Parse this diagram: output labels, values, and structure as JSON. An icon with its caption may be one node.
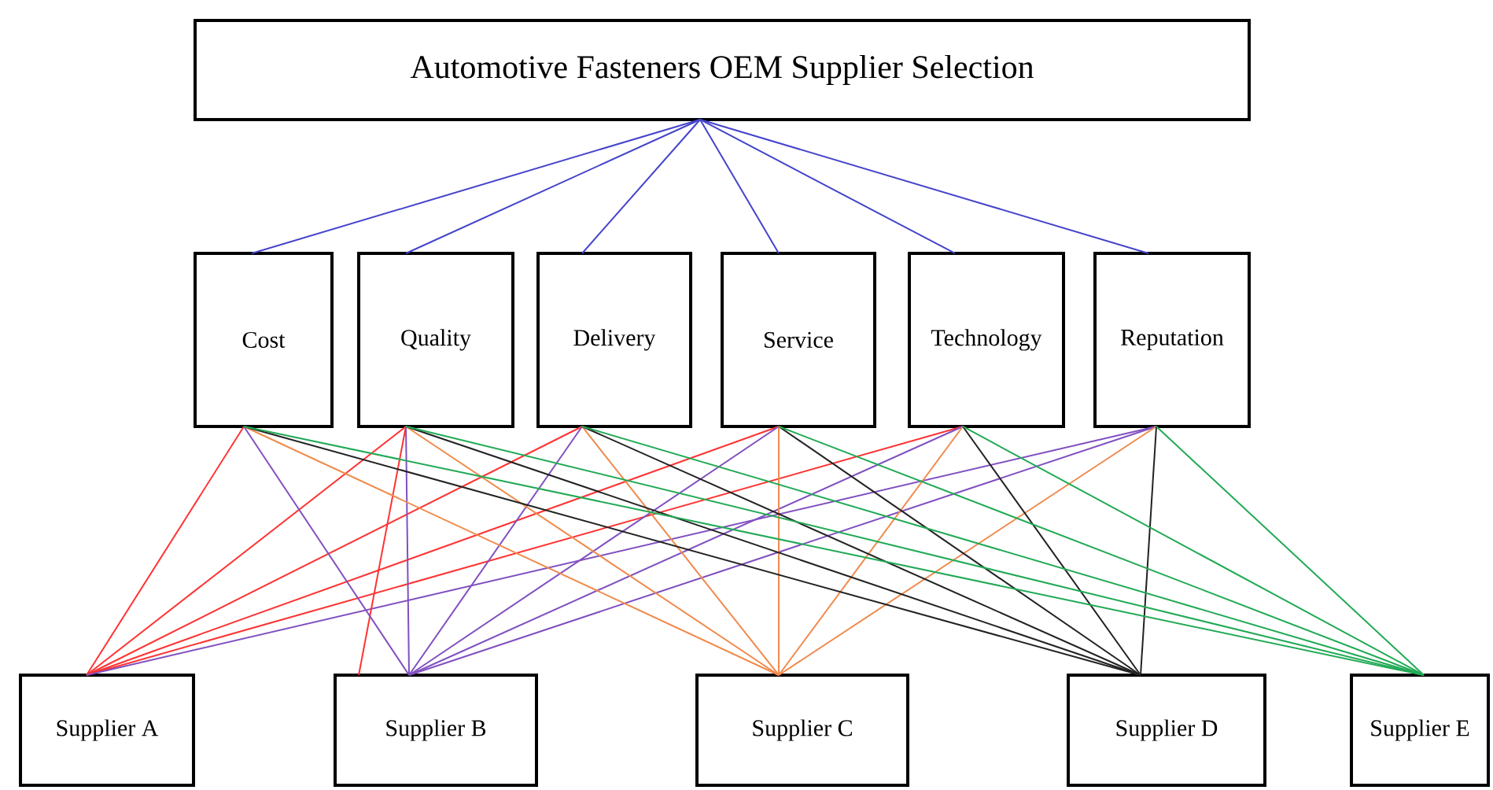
{
  "diagram": {
    "nodes": [
      {
        "text": [
          "Automotive Fasteners OEM Supplier Selection"
        ]
      },
      {
        "text": [
          "Cost"
        ]
      },
      {
        "text": [
          "Quality"
        ]
      },
      {
        "text": [
          "Delivery"
        ]
      },
      {
        "text": [
          "Service"
        ]
      },
      {
        "text": [
          "Technology"
        ]
      },
      {
        "text": [
          "Reputation"
        ]
      },
      {
        "text": [
          "Supplier A"
        ]
      },
      {
        "text": [
          "Supplier B"
        ]
      },
      {
        "text": [
          "Supplier C"
        ]
      },
      {
        "text": [
          "Supplier D"
        ]
      },
      {
        "text": [
          "Supplier E"
        ]
      }
    ],
    "edges": [
      {
        "from": 0,
        "to": 1,
        "arrow": "none",
        "color": "#4444cc"
      },
      {
        "from": 0,
        "to": 2,
        "arrow": "none",
        "color": "#4444cc"
      },
      {
        "from": 0,
        "to": 3,
        "arrow": "none",
        "color": "#4444cc"
      },
      {
        "from": 0,
        "to": 4,
        "arrow": "none",
        "color": "#4444cc"
      },
      {
        "from": 0,
        "to": 5,
        "arrow": "none",
        "color": "#4444cc"
      },
      {
        "from": 0,
        "to": 6,
        "arrow": "none",
        "color": "#4444cc"
      },
      {
        "from": 1,
        "to": 7,
        "arrow": "none",
        "color": "#ff3333"
      },
      {
        "from": 2,
        "to": 7,
        "arrow": "none",
        "color": "#ff3333"
      },
      {
        "from": 3,
        "to": 7,
        "arrow": "none",
        "color": "#ff3333"
      },
      {
        "from": 4,
        "to": 7,
        "arrow": "none",
        "color": "#ff3333"
      },
      {
        "from": 5,
        "to": 7,
        "arrow": "none",
        "color": "#ff3333"
      },
      {
        "from": 6,
        "to": 7,
        "arrow": "none",
        "color": "#8050c0"
      },
      {
        "from": 2,
        "to": 8,
        "arrow": "none",
        "color": "#ff3333"
      },
      {
        "from": 1,
        "to": 8,
        "arrow": "none",
        "color": "#8050c0"
      },
      {
        "from": 2,
        "to": 8,
        "arrow": "none",
        "color": "#8050c0"
      },
      {
        "from": 3,
        "to": 8,
        "arrow": "none",
        "color": "#8050c0"
      },
      {
        "from": 4,
        "to": 8,
        "arrow": "none",
        "color": "#8050c0"
      },
      {
        "from": 5,
        "to": 8,
        "arrow": "none",
        "color": "#8050c0"
      },
      {
        "from": 6,
        "to": 8,
        "arrow": "none",
        "color": "#8050c0"
      },
      {
        "from": 1,
        "to": 9,
        "arrow": "none",
        "color": "#f08a4b"
      },
      {
        "from": 2,
        "to": 9,
        "arrow": "none",
        "color": "#f08a4b"
      },
      {
        "from": 3,
        "to": 9,
        "arrow": "none",
        "color": "#f08a4b"
      },
      {
        "from": 4,
        "to": 9,
        "arrow": "none",
        "color": "#f08a4b"
      },
      {
        "from": 5,
        "to": 9,
        "arrow": "none",
        "color": "#f08a4b"
      },
      {
        "from": 6,
        "to": 9,
        "arrow": "none",
        "color": "#f08a4b"
      },
      {
        "from": 1,
        "to": 10,
        "arrow": "none",
        "color": "#222222"
      },
      {
        "from": 2,
        "to": 10,
        "arrow": "none",
        "color": "#222222"
      },
      {
        "from": 3,
        "to": 10,
        "arrow": "none",
        "color": "#222222"
      },
      {
        "from": 4,
        "to": 10,
        "arrow": "none",
        "color": "#222222"
      },
      {
        "from": 5,
        "to": 10,
        "arrow": "none",
        "color": "#222222"
      },
      {
        "from": 6,
        "to": 10,
        "arrow": "none",
        "color": "#222222"
      },
      {
        "from": 1,
        "to": 11,
        "arrow": "none",
        "color": "#22aa55"
      },
      {
        "from": 2,
        "to": 11,
        "arrow": "none",
        "color": "#22aa55"
      },
      {
        "from": 3,
        "to": 11,
        "arrow": "none",
        "color": "#22aa55"
      },
      {
        "from": 4,
        "to": 11,
        "arrow": "none",
        "color": "#22aa55"
      },
      {
        "from": 5,
        "to": 11,
        "arrow": "none",
        "color": "#22aa55"
      },
      {
        "from": 6,
        "to": 11,
        "arrow": "none",
        "color": "#22aa55"
      }
    ]
  }
}
